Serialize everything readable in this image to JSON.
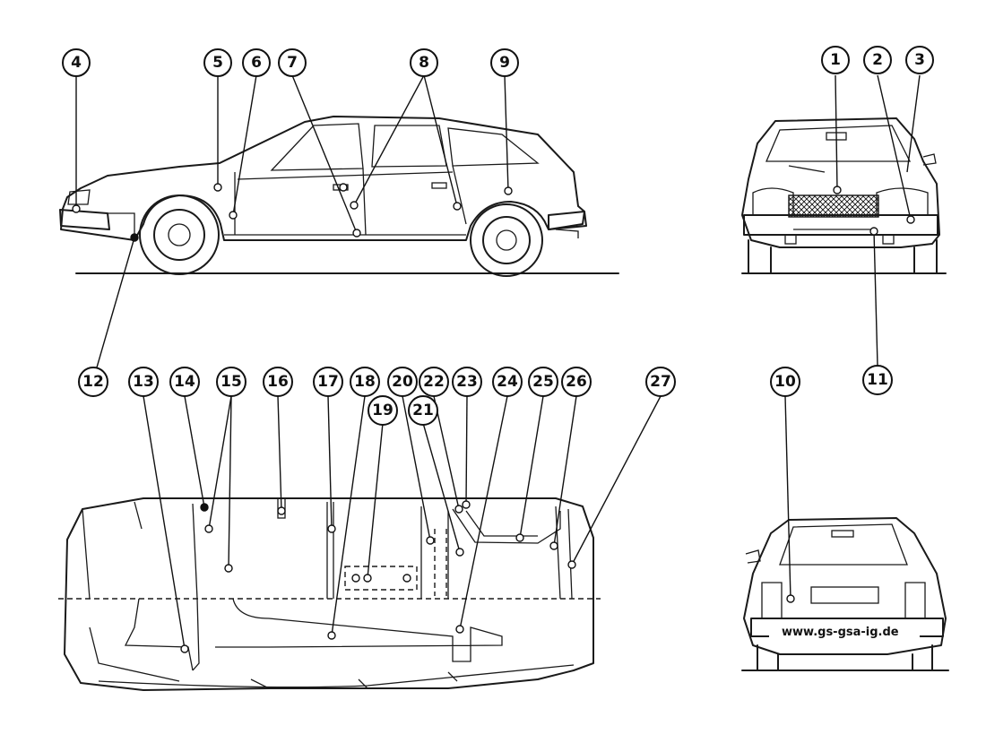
{
  "callouts": [
    {
      "id": "1",
      "label": "1"
    },
    {
      "id": "2",
      "label": "2"
    },
    {
      "id": "3",
      "label": "3"
    },
    {
      "id": "4",
      "label": "4"
    },
    {
      "id": "5",
      "label": "5"
    },
    {
      "id": "6",
      "label": "6"
    },
    {
      "id": "7",
      "label": "7"
    },
    {
      "id": "8",
      "label": "8"
    },
    {
      "id": "9",
      "label": "9"
    },
    {
      "id": "10",
      "label": "10"
    },
    {
      "id": "11",
      "label": "11"
    },
    {
      "id": "12",
      "label": "12"
    },
    {
      "id": "13",
      "label": "13"
    },
    {
      "id": "14",
      "label": "14"
    },
    {
      "id": "15",
      "label": "15"
    },
    {
      "id": "16",
      "label": "16"
    },
    {
      "id": "17",
      "label": "17"
    },
    {
      "id": "18",
      "label": "18"
    },
    {
      "id": "19",
      "label": "19"
    },
    {
      "id": "20",
      "label": "20"
    },
    {
      "id": "21",
      "label": "21"
    },
    {
      "id": "22",
      "label": "22"
    },
    {
      "id": "23",
      "label": "23"
    },
    {
      "id": "24",
      "label": "24"
    },
    {
      "id": "25",
      "label": "25"
    },
    {
      "id": "26",
      "label": "26"
    },
    {
      "id": "27",
      "label": "27"
    }
  ],
  "watermark": "www.gs-gsa-ig.de",
  "colors": {
    "ink": "#1a1a1a",
    "paper": "#ffffff"
  }
}
